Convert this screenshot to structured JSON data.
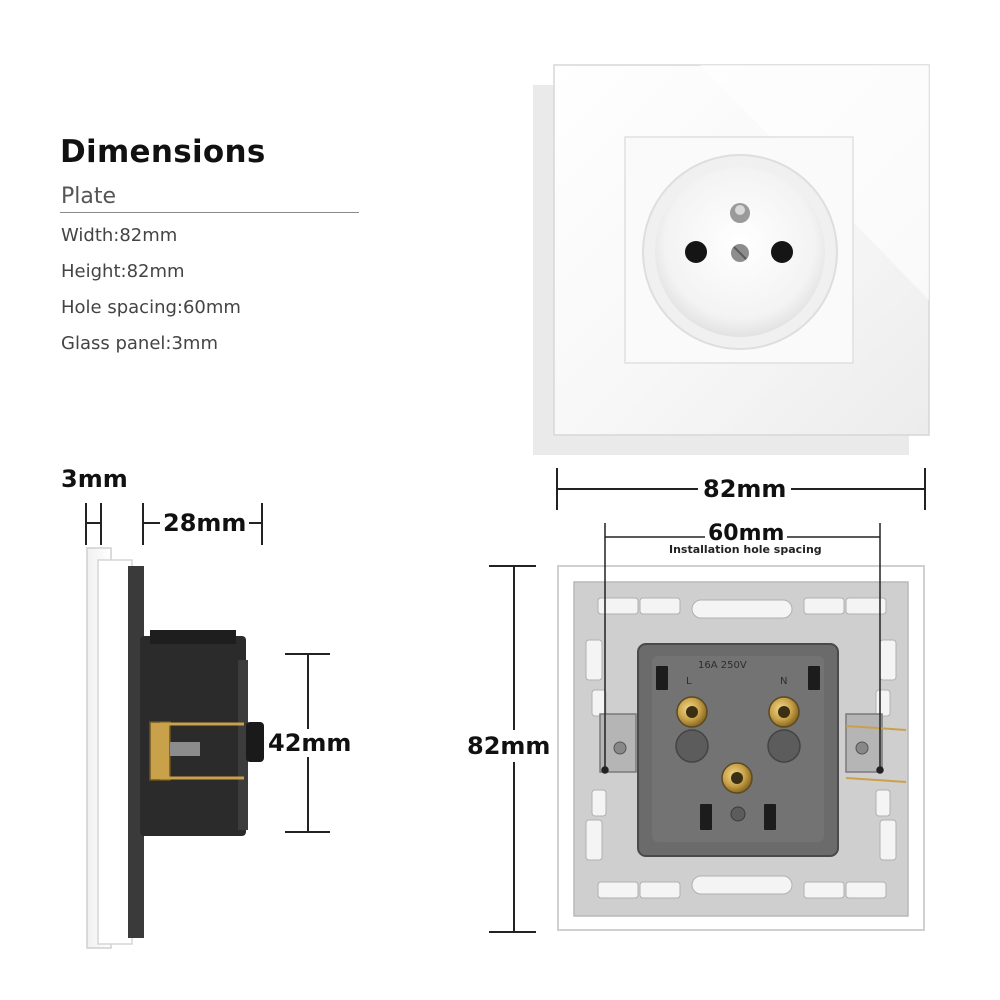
{
  "specs": {
    "title": "Dimensions",
    "subtitle": "Plate",
    "items": [
      "Width:82mm",
      "Height:82mm",
      "Hole spacing:60mm",
      "Glass panel:3mm"
    ]
  },
  "dimensions": {
    "glass_thickness": "3mm",
    "depth": "28mm",
    "mechanism_height": "42mm",
    "plate_width": "82mm",
    "hole_spacing": "60mm",
    "hole_spacing_caption": "Installation hole spacing",
    "plate_height": "82mm"
  },
  "back_marking": {
    "rating": "16A 250V",
    "live": "L",
    "neutral": "N"
  },
  "colors": {
    "plate": "#ffffff",
    "frame": "#c8c8c8",
    "mechanism": "#6e6e6e",
    "side_body": "#2a2a2a",
    "brass": "#c9a14a"
  }
}
